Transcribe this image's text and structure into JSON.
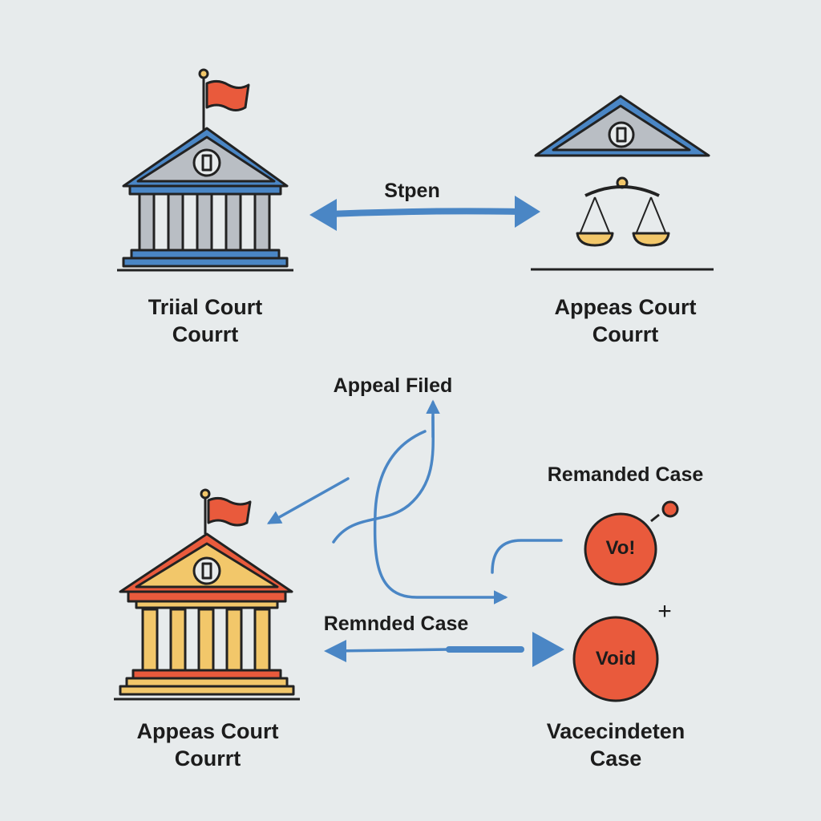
{
  "colors": {
    "background": "#e7ebec",
    "outline": "#222222",
    "blue": "#4a86c5",
    "red_orange": "#e95a3c",
    "gold": "#f2c76a",
    "gray": "#b9bec4"
  },
  "nodes": {
    "trial_court": {
      "icon": "courthouse-icon",
      "line1": "Triial Court",
      "line2": "Courrt"
    },
    "appeals_court_top": {
      "icon": "scales-of-justice-icon",
      "line1": "Appeas Court",
      "line2": "Courrt"
    },
    "appeals_court_bottom": {
      "icon": "courthouse-icon",
      "line1": "Appeas Court",
      "line2": "Courrt"
    },
    "vacated_case": {
      "line1": "Vacecindeten",
      "line2": "Case"
    }
  },
  "edges": {
    "top_arrow": {
      "label": "Stpen"
    },
    "appeal_filed": {
      "label": "Appeal Filed"
    },
    "remanded_case": {
      "label": "Remanded Case"
    },
    "remnded_case": {
      "label": "Remnded Case"
    }
  },
  "badges": {
    "vo": {
      "text": "Vo!"
    },
    "void": {
      "text": "Void"
    },
    "plus": {
      "text": "+"
    }
  }
}
